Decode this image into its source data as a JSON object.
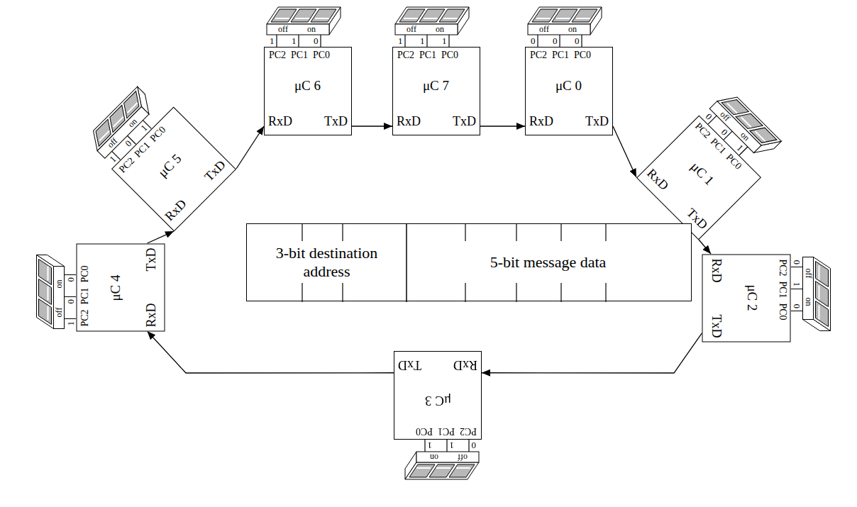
{
  "diagram": {
    "nodes": [
      {
        "text": [
          "PC2",
          "PC1",
          "PC0",
          "μC 6",
          "RxD",
          "TxD"
        ]
      },
      {
        "text": [
          "PC2",
          "PC1",
          "PC0",
          "μC 7",
          "RxD",
          "TxD"
        ]
      },
      {
        "text": [
          "PC2",
          "PC1",
          "PC0",
          "μC 0",
          "RxD",
          "TxD"
        ]
      },
      {
        "text": [
          "PC2",
          "PC1",
          "PC0",
          "μC 1",
          "RxD",
          "TxD"
        ]
      },
      {
        "text": [
          "PC2",
          "PC1",
          "PC0",
          "μC 2",
          "RxD",
          "TxD"
        ]
      },
      {
        "text": [
          "PC2",
          "PC1",
          "PC0",
          "μC 3",
          "RxD",
          "TxD"
        ]
      },
      {
        "text": [
          "PC2",
          "PC1",
          "PC0",
          "μC 4",
          "RxD",
          "TxD"
        ]
      },
      {
        "text": [
          "PC2",
          "PC1",
          "PC0",
          "μC 5",
          "RxD",
          "TxD"
        ]
      },
      {
        "text": [
          "3-bit destination address",
          "5-bit message data"
        ]
      }
    ],
    "edges": [
      {
        "from": 0,
        "to": 1,
        "arrow": "to"
      },
      {
        "from": 1,
        "to": 2,
        "arrow": "to"
      },
      {
        "from": 2,
        "to": 3,
        "arrow": "to"
      },
      {
        "from": 3,
        "to": 4,
        "arrow": "to"
      },
      {
        "from": 4,
        "to": 5,
        "arrow": "to"
      },
      {
        "from": 5,
        "to": 6,
        "arrow": "to"
      },
      {
        "from": 6,
        "to": 7,
        "arrow": "to"
      },
      {
        "from": 7,
        "to": 0,
        "arrow": "to"
      }
    ],
    "labels": [
      "off",
      "on",
      "1",
      "1",
      "0",
      "off",
      "on",
      "1",
      "1",
      "1",
      "off",
      "on",
      "0",
      "0",
      "0",
      "off",
      "on",
      "0",
      "0",
      "1",
      "off",
      "on",
      "0",
      "1",
      "0",
      "off",
      "on",
      "0",
      "1",
      "1",
      "off",
      "on",
      "1",
      "0",
      "0",
      "off",
      "on",
      "1",
      "0",
      "1"
    ]
  }
}
